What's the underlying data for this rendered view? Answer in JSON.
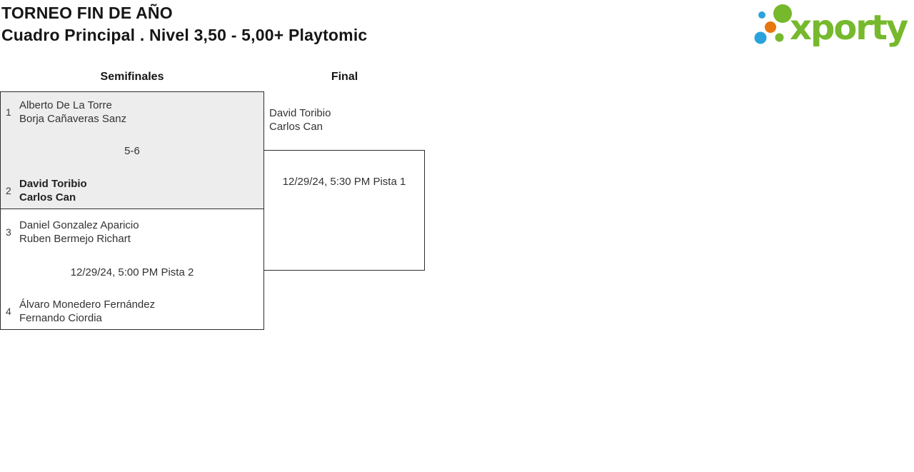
{
  "header": {
    "title": "TORNEO FIN DE AÑO",
    "subtitle": "Cuadro Principal . Nivel 3,50 - 5,00+ Playtomic"
  },
  "logo": {
    "brand": "xporty",
    "green": "#76b92d",
    "blue": "#2aa3dc",
    "orange": "#e8760e"
  },
  "bracket": {
    "round_headers": [
      {
        "label": "Semifinales"
      },
      {
        "label": "Final"
      }
    ],
    "semifinal1": {
      "team1": {
        "seed": "1",
        "player1": "Alberto De La Torre",
        "player2": "Borja Cañaveras Sanz"
      },
      "info": "5-6",
      "team2": {
        "seed": "2",
        "player1": "David Toribio",
        "player2": "Carlos Can"
      }
    },
    "semifinal2": {
      "team1": {
        "seed": "3",
        "player1": "Daniel Gonzalez Aparicio",
        "player2": "Ruben Bermejo Richart"
      },
      "info": "12/29/24, 5:00 PM Pista 2",
      "team2": {
        "seed": "4",
        "player1": "Álvaro Monedero Fernández",
        "player2": "Fernando Ciordia"
      }
    },
    "final": {
      "advancer": {
        "player1": "David Toribio",
        "player2": "Carlos Can"
      },
      "info": "12/29/24, 5:30 PM Pista 1"
    }
  },
  "colors": {
    "box_border": "#2e2e2e",
    "played_match_bg": "#ededed",
    "text": "#333333"
  }
}
